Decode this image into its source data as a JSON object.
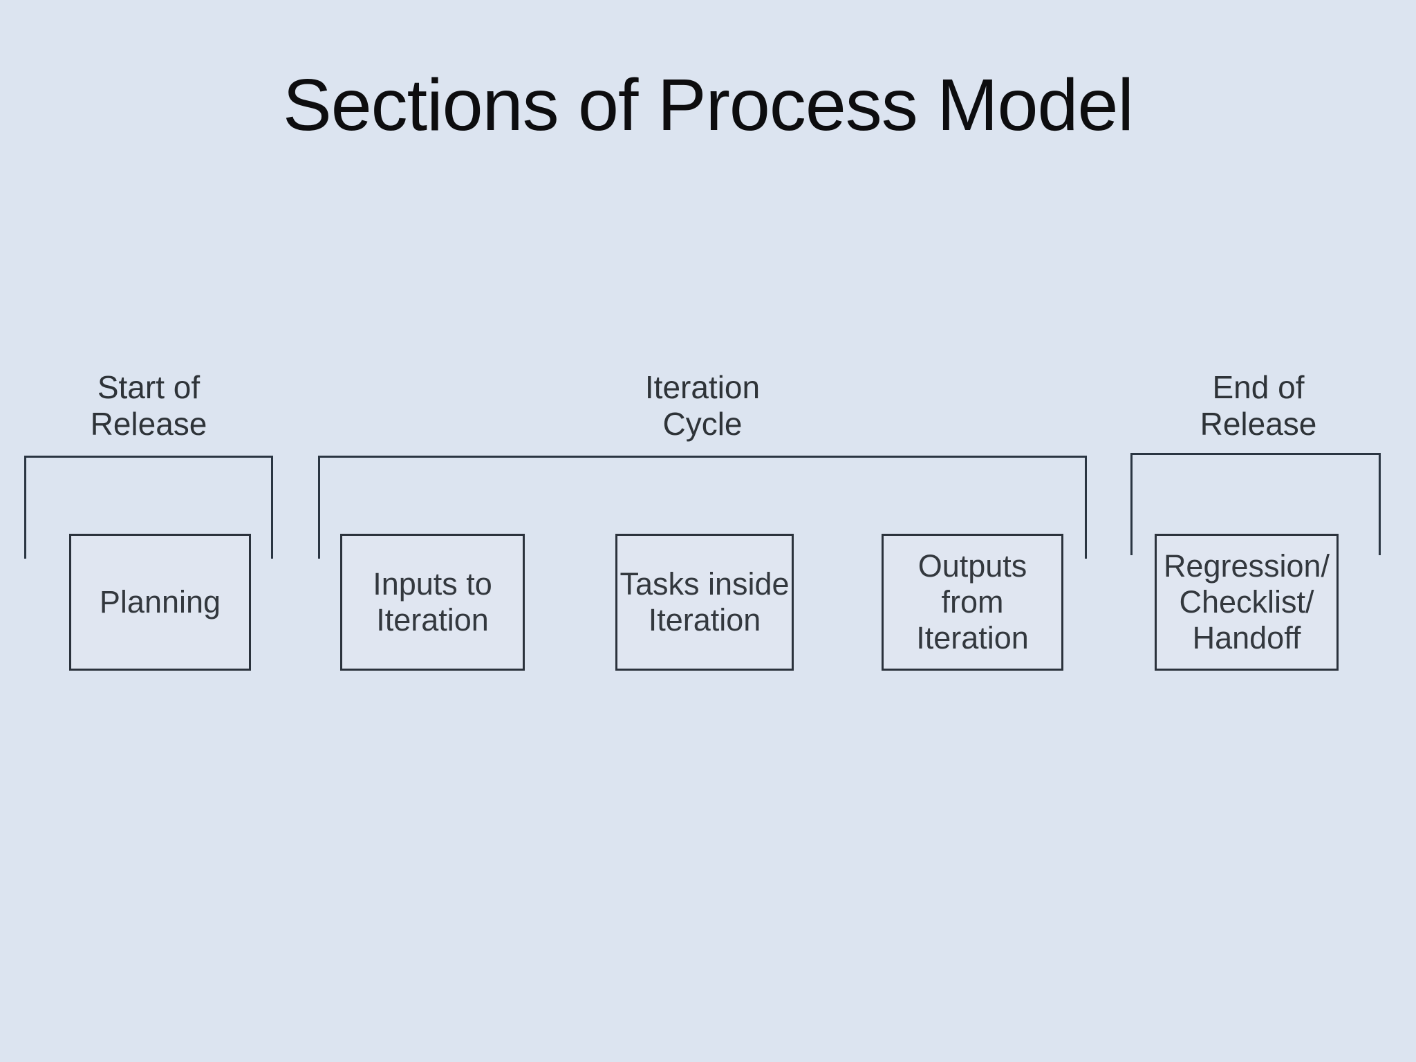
{
  "slide": {
    "title": "Sections of Process Model"
  },
  "diagram": {
    "groups": [
      {
        "label": "Start of\nRelease",
        "boxes": [
          {
            "label": "Planning"
          }
        ]
      },
      {
        "label": "Iteration\nCycle",
        "boxes": [
          {
            "label": "Inputs to\nIteration"
          },
          {
            "label": "Tasks inside\nIteration"
          },
          {
            "label": "Outputs\nfrom\nIteration"
          }
        ]
      },
      {
        "label": "End of\nRelease",
        "boxes": [
          {
            "label": "Regression/\nChecklist/\nHandoff"
          }
        ]
      }
    ]
  },
  "colors": {
    "background": "#dce4f0",
    "box_fill": "#e0e6f1",
    "box_border": "#2b323c",
    "bracket_line": "#2a3542",
    "title_text": "#0d0d0f",
    "label_text": "#2e3338",
    "box_text": "#33383e"
  }
}
